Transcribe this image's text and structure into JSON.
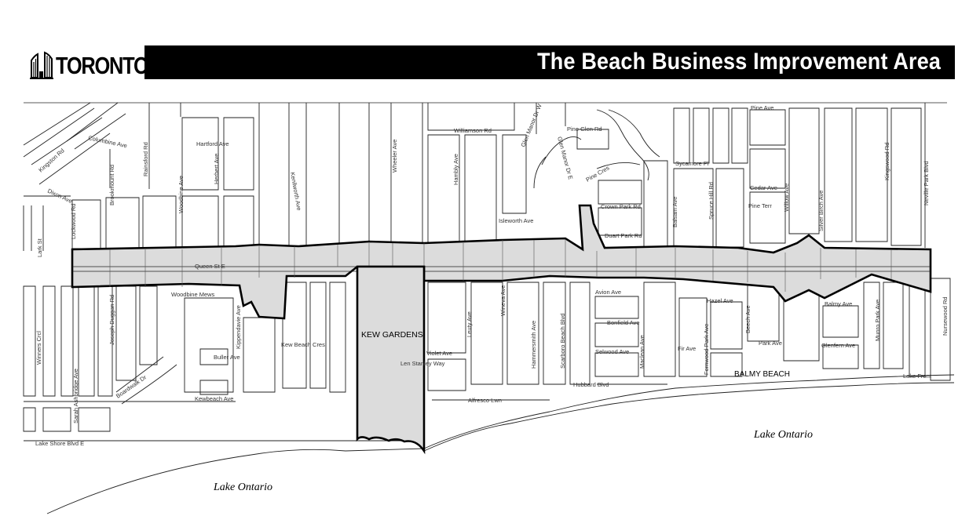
{
  "header": {
    "logo_text": "TORONTO",
    "title": "The Beach Business Improvement Area"
  },
  "map": {
    "areas": {
      "kew_gardens": "KEW GARDENS",
      "balmy_beach": "BALMY BEACH",
      "lake_left": "Lake Ontario",
      "lake_right": "Lake Ontario"
    },
    "streets": {
      "columbine": "Columbine Ave",
      "kingston": "Kingston Rd",
      "dixon": "Dixon Ave",
      "lark": "Lark St",
      "lockwood": "Lockwood Rd",
      "brookmount": "Brookmount Rd",
      "rainsford": "Rainsford Rd",
      "hartford": "Hartford Ave",
      "woodbine": "Woodbine Ave",
      "herbert": "Herbert Ave",
      "kenilworth": "Kenilworth Ave",
      "wheeler": "Wheeler Ave",
      "williamson": "Williamson Rd",
      "hambly": "Hambly Ave",
      "glen_manor_dr_w": "Glen Manor Dr W",
      "glen_manor_dr_e": "Glen Manor Dr E",
      "pine_glen": "Pine Glen Rd",
      "pine_cres": "Pine Cres",
      "crown_park": "Crown Park Rd",
      "isleworth": "Isleworth Ave",
      "duart_park": "Duart Park Rd",
      "balsam": "Balsam Ave",
      "pine_ave": "Pine Ave",
      "sycamore": "Sycamore Pl",
      "spruce_hill": "Spruce Hill Rd",
      "cedar": "Cedar Ave",
      "pine_terr": "Pine Terr",
      "willow": "Willow Ave",
      "silver_birch": "Silver Birch Ave",
      "kingswood": "Kingswood Rd",
      "neville_park": "Neville Park Blvd",
      "queen": "Queen St E",
      "woodbine_mews": "Woodbine Mews",
      "joseph_duggan": "Joseph Duggan Rd",
      "winners": "Winners Crcl",
      "sarah_ashbridge": "Sarah Ashbridge Ave",
      "boardwalk": "Boardwalk Dr",
      "kippendavie": "Kippendavie Ave",
      "buller": "Buller Ave",
      "kew_beach_cres": "Kew Beach Cres",
      "kewbeach": "Kewbeach Ave",
      "lake_shore": "Lake Shore Blvd E",
      "len_stanley": "Len Stanley Way",
      "violet": "Violet Ave",
      "leuty": "Leuty Ave",
      "wineva": "Wineva Ave",
      "hammersmith": "Hammersmith Ave",
      "scarboro_beach": "Scarboro Beach Blvd",
      "alfresco": "Alfresco Lwn",
      "avion": "Avion Ave",
      "bonfield": "Bonfield Ave",
      "selwood": "Selwood Ave",
      "hubbard": "Hubbard Blvd",
      "maclean": "Maclean Ave",
      "fir": "Fir Ave",
      "fernwood_park": "Fernwood Park Ave",
      "hazel": "Hazel Ave",
      "beech": "Beech Ave",
      "park": "Park Ave",
      "balmy_ave": "Balmy Ave",
      "glenfern": "Glenfern Ave",
      "munro_park": "Munro Park Ave",
      "nursewood": "Nursewood Rd",
      "lake_front": "Lake Front"
    }
  }
}
